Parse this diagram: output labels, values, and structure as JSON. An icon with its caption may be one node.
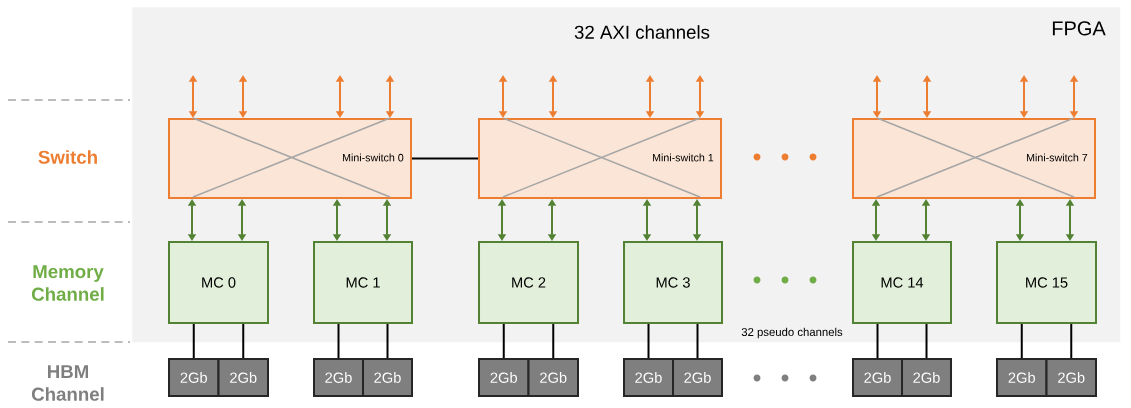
{
  "diagram": {
    "nodes": [
      {
        "text": [
          "FPGA"
        ]
      },
      {
        "text": [
          "Mini-switch 0"
        ],
        "in": 0
      },
      {
        "text": [
          "Mini-switch 1"
        ],
        "in": 0
      },
      {
        "text": [
          "Mini-switch 7"
        ],
        "in": 0
      },
      {
        "text": [
          "MC 0"
        ],
        "in": 0
      },
      {
        "text": [
          "MC 1"
        ],
        "in": 0
      },
      {
        "text": [
          "MC 2"
        ],
        "in": 0
      },
      {
        "text": [
          "MC 3"
        ],
        "in": 0
      },
      {
        "text": [
          "MC 14"
        ],
        "in": 0
      },
      {
        "text": [
          "MC 15"
        ],
        "in": 0
      },
      {
        "text": [
          "2Gb"
        ]
      },
      {
        "text": [
          "2Gb"
        ]
      },
      {
        "text": [
          "2Gb"
        ]
      },
      {
        "text": [
          "2Gb"
        ]
      },
      {
        "text": [
          "2Gb"
        ]
      },
      {
        "text": [
          "2Gb"
        ]
      },
      {
        "text": [
          "2Gb"
        ]
      },
      {
        "text": [
          "2Gb"
        ]
      },
      {
        "text": [
          "2Gb"
        ]
      },
      {
        "text": [
          "2Gb"
        ]
      },
      {
        "text": [
          "2Gb"
        ]
      },
      {
        "text": [
          "2Gb"
        ]
      }
    ],
    "edges": [
      {
        "from": null,
        "to": 1,
        "arrow": "both",
        "color": "#ed7d31"
      },
      {
        "from": null,
        "to": 1,
        "arrow": "both",
        "color": "#ed7d31"
      },
      {
        "from": null,
        "to": 1,
        "arrow": "both",
        "color": "#ed7d31"
      },
      {
        "from": null,
        "to": 1,
        "arrow": "both",
        "color": "#ed7d31"
      },
      {
        "from": null,
        "to": 2,
        "arrow": "both",
        "color": "#ed7d31"
      },
      {
        "from": null,
        "to": 2,
        "arrow": "both",
        "color": "#ed7d31"
      },
      {
        "from": null,
        "to": 2,
        "arrow": "both",
        "color": "#ed7d31"
      },
      {
        "from": null,
        "to": 2,
        "arrow": "both",
        "color": "#ed7d31"
      },
      {
        "from": null,
        "to": 3,
        "arrow": "both",
        "color": "#ed7d31"
      },
      {
        "from": null,
        "to": 3,
        "arrow": "both",
        "color": "#ed7d31"
      },
      {
        "from": null,
        "to": 3,
        "arrow": "both",
        "color": "#ed7d31"
      },
      {
        "from": null,
        "to": 3,
        "arrow": "both",
        "color": "#ed7d31"
      },
      {
        "from": 1,
        "to": 2,
        "arrow": "none",
        "color": "#000000"
      },
      {
        "from": 1,
        "to": 4,
        "arrow": "both",
        "color": "#548235"
      },
      {
        "from": 1,
        "to": 4,
        "arrow": "both",
        "color": "#548235"
      },
      {
        "from": 1,
        "to": 5,
        "arrow": "both",
        "color": "#548235"
      },
      {
        "from": 1,
        "to": 5,
        "arrow": "both",
        "color": "#548235"
      },
      {
        "from": 2,
        "to": 6,
        "arrow": "both",
        "color": "#548235"
      },
      {
        "from": 2,
        "to": 6,
        "arrow": "both",
        "color": "#548235"
      },
      {
        "from": 2,
        "to": 7,
        "arrow": "both",
        "color": "#548235"
      },
      {
        "from": 2,
        "to": 7,
        "arrow": "both",
        "color": "#548235"
      },
      {
        "from": 3,
        "to": 8,
        "arrow": "both",
        "color": "#548235"
      },
      {
        "from": 3,
        "to": 8,
        "arrow": "both",
        "color": "#548235"
      },
      {
        "from": 3,
        "to": 9,
        "arrow": "both",
        "color": "#548235"
      },
      {
        "from": 3,
        "to": 9,
        "arrow": "both",
        "color": "#548235"
      },
      {
        "from": 4,
        "to": 10,
        "arrow": "none",
        "color": "#000000"
      },
      {
        "from": 4,
        "to": 11,
        "arrow": "none",
        "color": "#000000"
      },
      {
        "from": 5,
        "to": 12,
        "arrow": "none",
        "color": "#000000"
      },
      {
        "from": 5,
        "to": 13,
        "arrow": "none",
        "color": "#000000"
      },
      {
        "from": 6,
        "to": 14,
        "arrow": "none",
        "color": "#000000"
      },
      {
        "from": 6,
        "to": 15,
        "arrow": "none",
        "color": "#000000"
      },
      {
        "from": 7,
        "to": 16,
        "arrow": "none",
        "color": "#000000"
      },
      {
        "from": 7,
        "to": 17,
        "arrow": "none",
        "color": "#000000"
      },
      {
        "from": 8,
        "to": 18,
        "arrow": "none",
        "color": "#000000"
      },
      {
        "from": 8,
        "to": 19,
        "arrow": "none",
        "color": "#000000"
      },
      {
        "from": 9,
        "to": 20,
        "arrow": "none",
        "color": "#000000"
      },
      {
        "from": 9,
        "to": 21,
        "arrow": "none",
        "color": "#000000"
      }
    ],
    "labels": [
      "32 AXI channels",
      "Switch",
      "Memory Channel",
      "HBM Channel",
      "32 pseudo channels"
    ]
  }
}
